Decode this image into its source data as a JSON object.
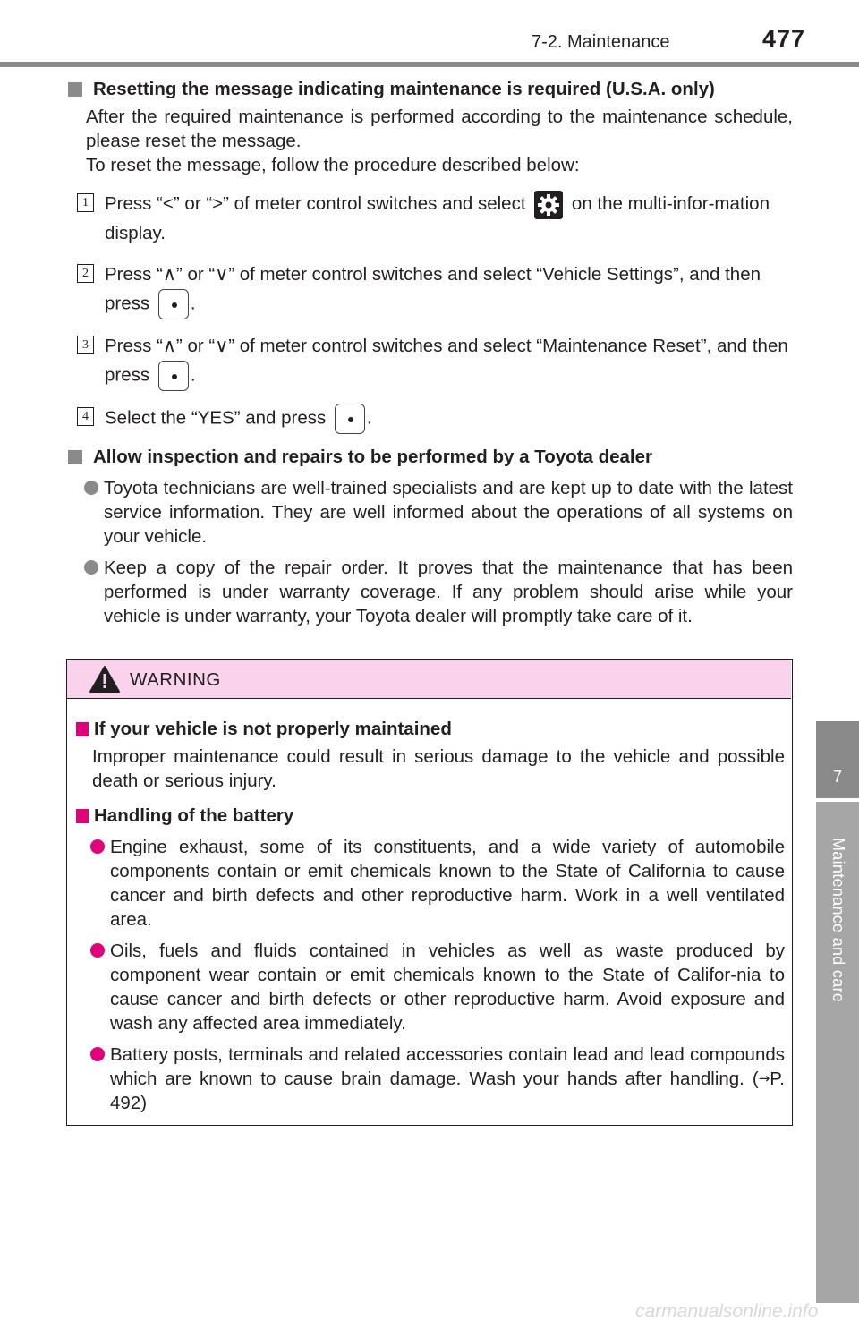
{
  "header": {
    "section": "7-2. Maintenance",
    "page_number": "477"
  },
  "side_tab": {
    "chapter_number": "7",
    "chapter_title": "Maintenance and care"
  },
  "reset": {
    "heading": "Resetting the message indicating maintenance is required (U.S.A. only)",
    "intro": "After the required maintenance is performed according to the maintenance schedule, please reset the message.",
    "intro2": "To reset the message, follow the procedure described below:",
    "steps": [
      {
        "num": "1",
        "before": "Press “<” or “>” of meter control switches and select ",
        "after": " on the multi-infor-mation display."
      },
      {
        "num": "2",
        "before": "Press “∧” or “∨” of meter control switches and select “Vehicle Settings”, and then press ",
        "after": "."
      },
      {
        "num": "3",
        "before": "Press “∧” or “∨” of meter control switches and select “Maintenance Reset”, and then press ",
        "after": "."
      },
      {
        "num": "4",
        "before": "Select the “YES” and press ",
        "after": "."
      }
    ]
  },
  "dealer": {
    "heading": "Allow inspection and repairs to be performed by a Toyota dealer",
    "bullets": [
      "Toyota technicians are well-trained specialists and are kept up to date with the latest service information. They are well informed about the operations of all systems on your vehicle.",
      "Keep a copy of the repair order. It proves that the maintenance that has been performed is under warranty coverage. If any problem should arise while your vehicle is under warranty, your Toyota dealer will promptly take care of it."
    ]
  },
  "warning": {
    "title": "WARNING",
    "sections": [
      {
        "heading": "If your vehicle is not properly maintained",
        "text": "Improper maintenance could result in serious damage to the vehicle and possible death or serious injury."
      },
      {
        "heading": "Handling of the battery"
      }
    ],
    "bullets": [
      "Engine exhaust, some of its constituents, and a wide variety of automobile components contain or emit chemicals known to the State of California to cause cancer and birth defects and other reproductive harm. Work in a well ventilated area.",
      "Oils, fuels and fluids contained in vehicles as well as waste produced by component wear contain or emit chemicals known to the State of Califor-nia to cause cancer and birth defects or other reproductive harm. Avoid exposure and wash any affected area immediately.",
      "Battery posts, terminals and related accessories contain lead and lead compounds which are known to cause brain damage. Wash your hands after handling. ("
    ],
    "ref_arrow": "→",
    "ref_text": "P. 492)"
  },
  "watermark": "carmanualsonline.info",
  "colors": {
    "header_gray": "#8a8a8a",
    "warning_bg": "#fad2ec",
    "warning_accent": "#e2007a"
  },
  "icons": [
    "settings-gear-icon",
    "ok-button-icon",
    "warning-triangle-icon"
  ]
}
